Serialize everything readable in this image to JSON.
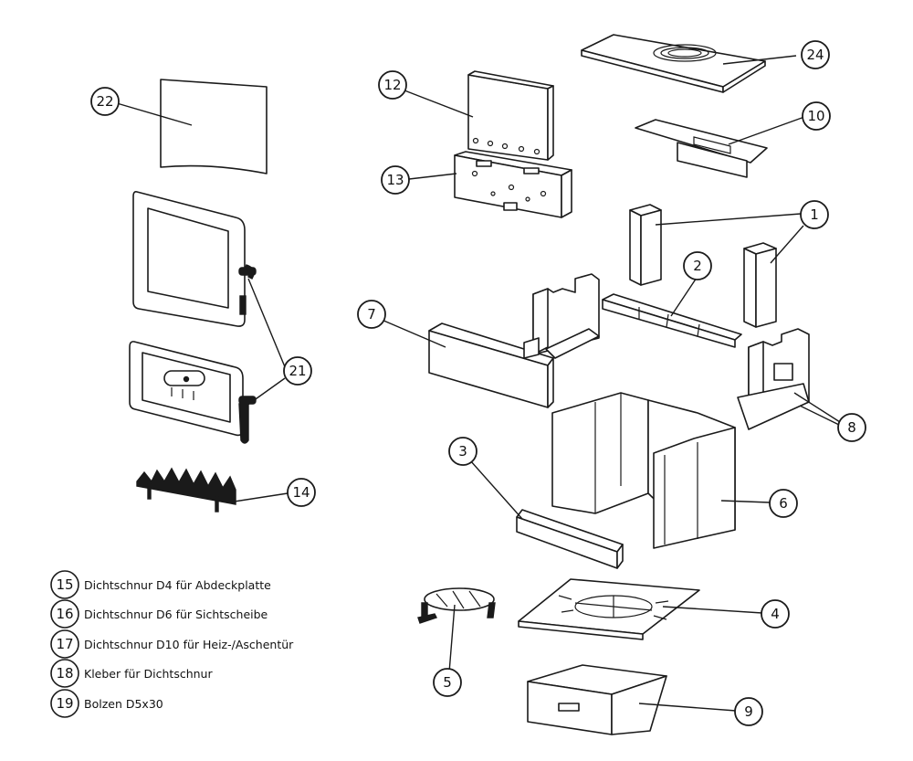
{
  "callouts": {
    "c1": "1",
    "c2": "2",
    "c3": "3",
    "c4": "4",
    "c5": "5",
    "c6": "6",
    "c7": "7",
    "c8": "8",
    "c9": "9",
    "c10": "10",
    "c12": "12",
    "c13": "13",
    "c14": "14",
    "c21": "21",
    "c22": "22",
    "c24": "24"
  },
  "legend": [
    {
      "num": "15",
      "text": "Dichtschnur D4 für Abdeckplatte"
    },
    {
      "num": "16",
      "text": "Dichtschnur D6 für Sichtscheibe"
    },
    {
      "num": "17",
      "text": "Dichtschnur D10 für Heiz-/Aschentür"
    },
    {
      "num": "18",
      "text": "Kleber für Dichtschnur"
    },
    {
      "num": "19",
      "text": "Bolzen D5x30"
    }
  ],
  "colors": {
    "line": "#1a1a1a",
    "background": "#ffffff"
  }
}
